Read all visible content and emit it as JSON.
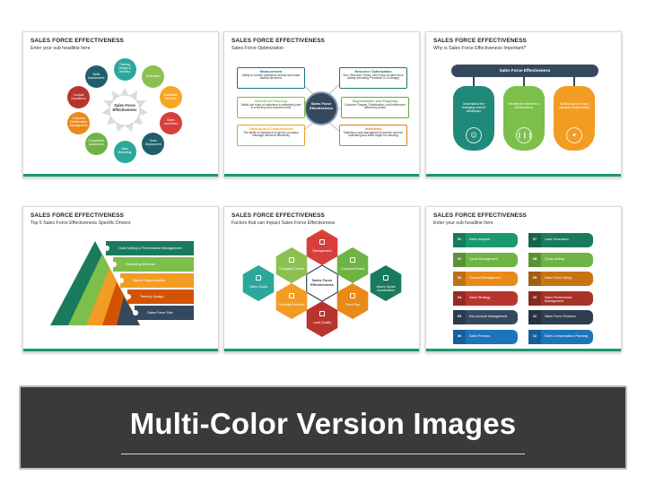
{
  "banner": {
    "title": "Multi-Color Version Images"
  },
  "slides": [
    {
      "title": "SALES FORCE EFFECTIVENESS",
      "subtitle": "Enter your sub headline here",
      "center": "Sales Force Effectiveness",
      "nodes": [
        {
          "label": "Training Design & Delivery",
          "color": "#2ba89b"
        },
        {
          "label": "Motivation",
          "color": "#8cc152"
        },
        {
          "label": "Candidate Selection",
          "color": "#f6a623"
        },
        {
          "label": "Sales Incentives",
          "color": "#d7403a"
        },
        {
          "label": "Team Deployment",
          "color": "#1f5f6b"
        },
        {
          "label": "Value Marketing",
          "color": "#2ba89b"
        },
        {
          "label": "Competitive Awareness",
          "color": "#6fb345"
        },
        {
          "label": "Customer Relationship Management",
          "color": "#e8891a"
        },
        {
          "label": "Contact Excellence",
          "color": "#b8352f"
        },
        {
          "label": "Skills Assessment",
          "color": "#1f5f6b"
        }
      ]
    },
    {
      "title": "SALES FORCE EFFECTIVENESS",
      "subtitle": "Sales Force Optimization",
      "center": "Sales Force Effectiveness",
      "boxes": [
        {
          "head": "Measurement",
          "text": "Ability to monitor salesforce activity and make tactical decisions",
          "color": "#1f6f8b"
        },
        {
          "head": "Resource Optimization",
          "text": "Size, Structure, Roles, and Focus of sales force activity (ensuring Promotion & Coverage)",
          "color": "#1a7a5e"
        },
        {
          "head": "Salesforce Planning",
          "text": "Ability and tools of salesforce to effectively plan in a territory and customer level",
          "color": "#7cbf4a"
        },
        {
          "head": "Segmentation and Targeting",
          "text": "Customer Targets, Prioritization, and Influencers defined by action",
          "color": "#6aa63a"
        },
        {
          "head": "Training and Competencies",
          "text": "The ability of salesforce to get the company message delivered effectively",
          "color": "#f39c23"
        },
        {
          "head": "Incentives",
          "text": "Salesforce and management incentive scheme motivating and sales target for reaching",
          "color": "#e07b12"
        }
      ]
    },
    {
      "title": "SALES FORCE EFFECTIVENESS",
      "subtitle": "Why is Sales Force Effectiveness Important?",
      "header": "Sales Force Effectiveness",
      "cards": [
        {
          "text": "Understand the changing market landscape",
          "color": "#1f8a7a",
          "icon": "people-icon"
        },
        {
          "text": "Identify the barriers to performance",
          "color": "#7cbf4a",
          "icon": "chart-icon"
        },
        {
          "text": "Build long-term and valuable relationships",
          "color": "#f39c23",
          "icon": "handshake-icon"
        }
      ]
    },
    {
      "title": "SALES FORCE EFFECTIVENESS",
      "subtitle": "Top 5 Sales Force Effectiveness Specific Drivers",
      "steps": [
        {
          "label": "Goal Setting & Performance Management",
          "color": "#1a7a5e"
        },
        {
          "label": "Recruiting Methods",
          "color": "#7cbf4a"
        },
        {
          "label": "Market Segmentation",
          "color": "#f39c23"
        },
        {
          "label": "Territory Design",
          "color": "#d35400"
        },
        {
          "label": "Sales Force Size",
          "color": "#34495e"
        }
      ]
    },
    {
      "title": "SALES FORCE EFFECTIVENESS",
      "subtitle": "Factors that can Impact Sales Force Effectiveness",
      "center": "Sales Force Effectiveness",
      "hexes": [
        {
          "label": "Management",
          "color": "#d7403a"
        },
        {
          "label": "Company Culture",
          "color": "#8cc152"
        },
        {
          "label": "Company Brand",
          "color": "#6fb345"
        },
        {
          "label": "Sales Quota",
          "color": "#2ba89b"
        },
        {
          "label": "Above Quota Acceleration",
          "color": "#1a7a5e"
        },
        {
          "label": "Potential Incentive",
          "color": "#f39c23"
        },
        {
          "label": "Fixed Pay",
          "color": "#e8891a"
        },
        {
          "label": "Lead Quality",
          "color": "#b8352f"
        }
      ]
    },
    {
      "title": "SALES FORCE EFFECTIVENESS",
      "subtitle": "Enter your sub headline here",
      "left": [
        {
          "num": "01",
          "label": "Sales Analysis",
          "color": "#1a9870"
        },
        {
          "num": "02",
          "label": "Quote Management",
          "color": "#6fb345"
        },
        {
          "num": "03",
          "label": "Channel Management",
          "color": "#e8891a"
        },
        {
          "num": "04",
          "label": "Sales Strategy",
          "color": "#b8352f"
        },
        {
          "num": "05",
          "label": "Key Account Management",
          "color": "#34495e"
        },
        {
          "num": "06",
          "label": "Sales Process",
          "color": "#1b75bc"
        }
      ],
      "right": [
        {
          "num": "07",
          "label": "Lead Generation",
          "color": "#1a7a5e"
        },
        {
          "num": "08",
          "label": "Quota Setting",
          "color": "#6fb345"
        },
        {
          "num": "09",
          "label": "Sales Force Sizing",
          "color": "#c87314"
        },
        {
          "num": "10",
          "label": "Sales Performance Management",
          "color": "#a83228"
        },
        {
          "num": "11",
          "label": "Sales Force Structure",
          "color": "#2c3e50"
        },
        {
          "num": "12",
          "label": "Sales Compensation Planning",
          "color": "#1b75bc"
        }
      ]
    }
  ]
}
